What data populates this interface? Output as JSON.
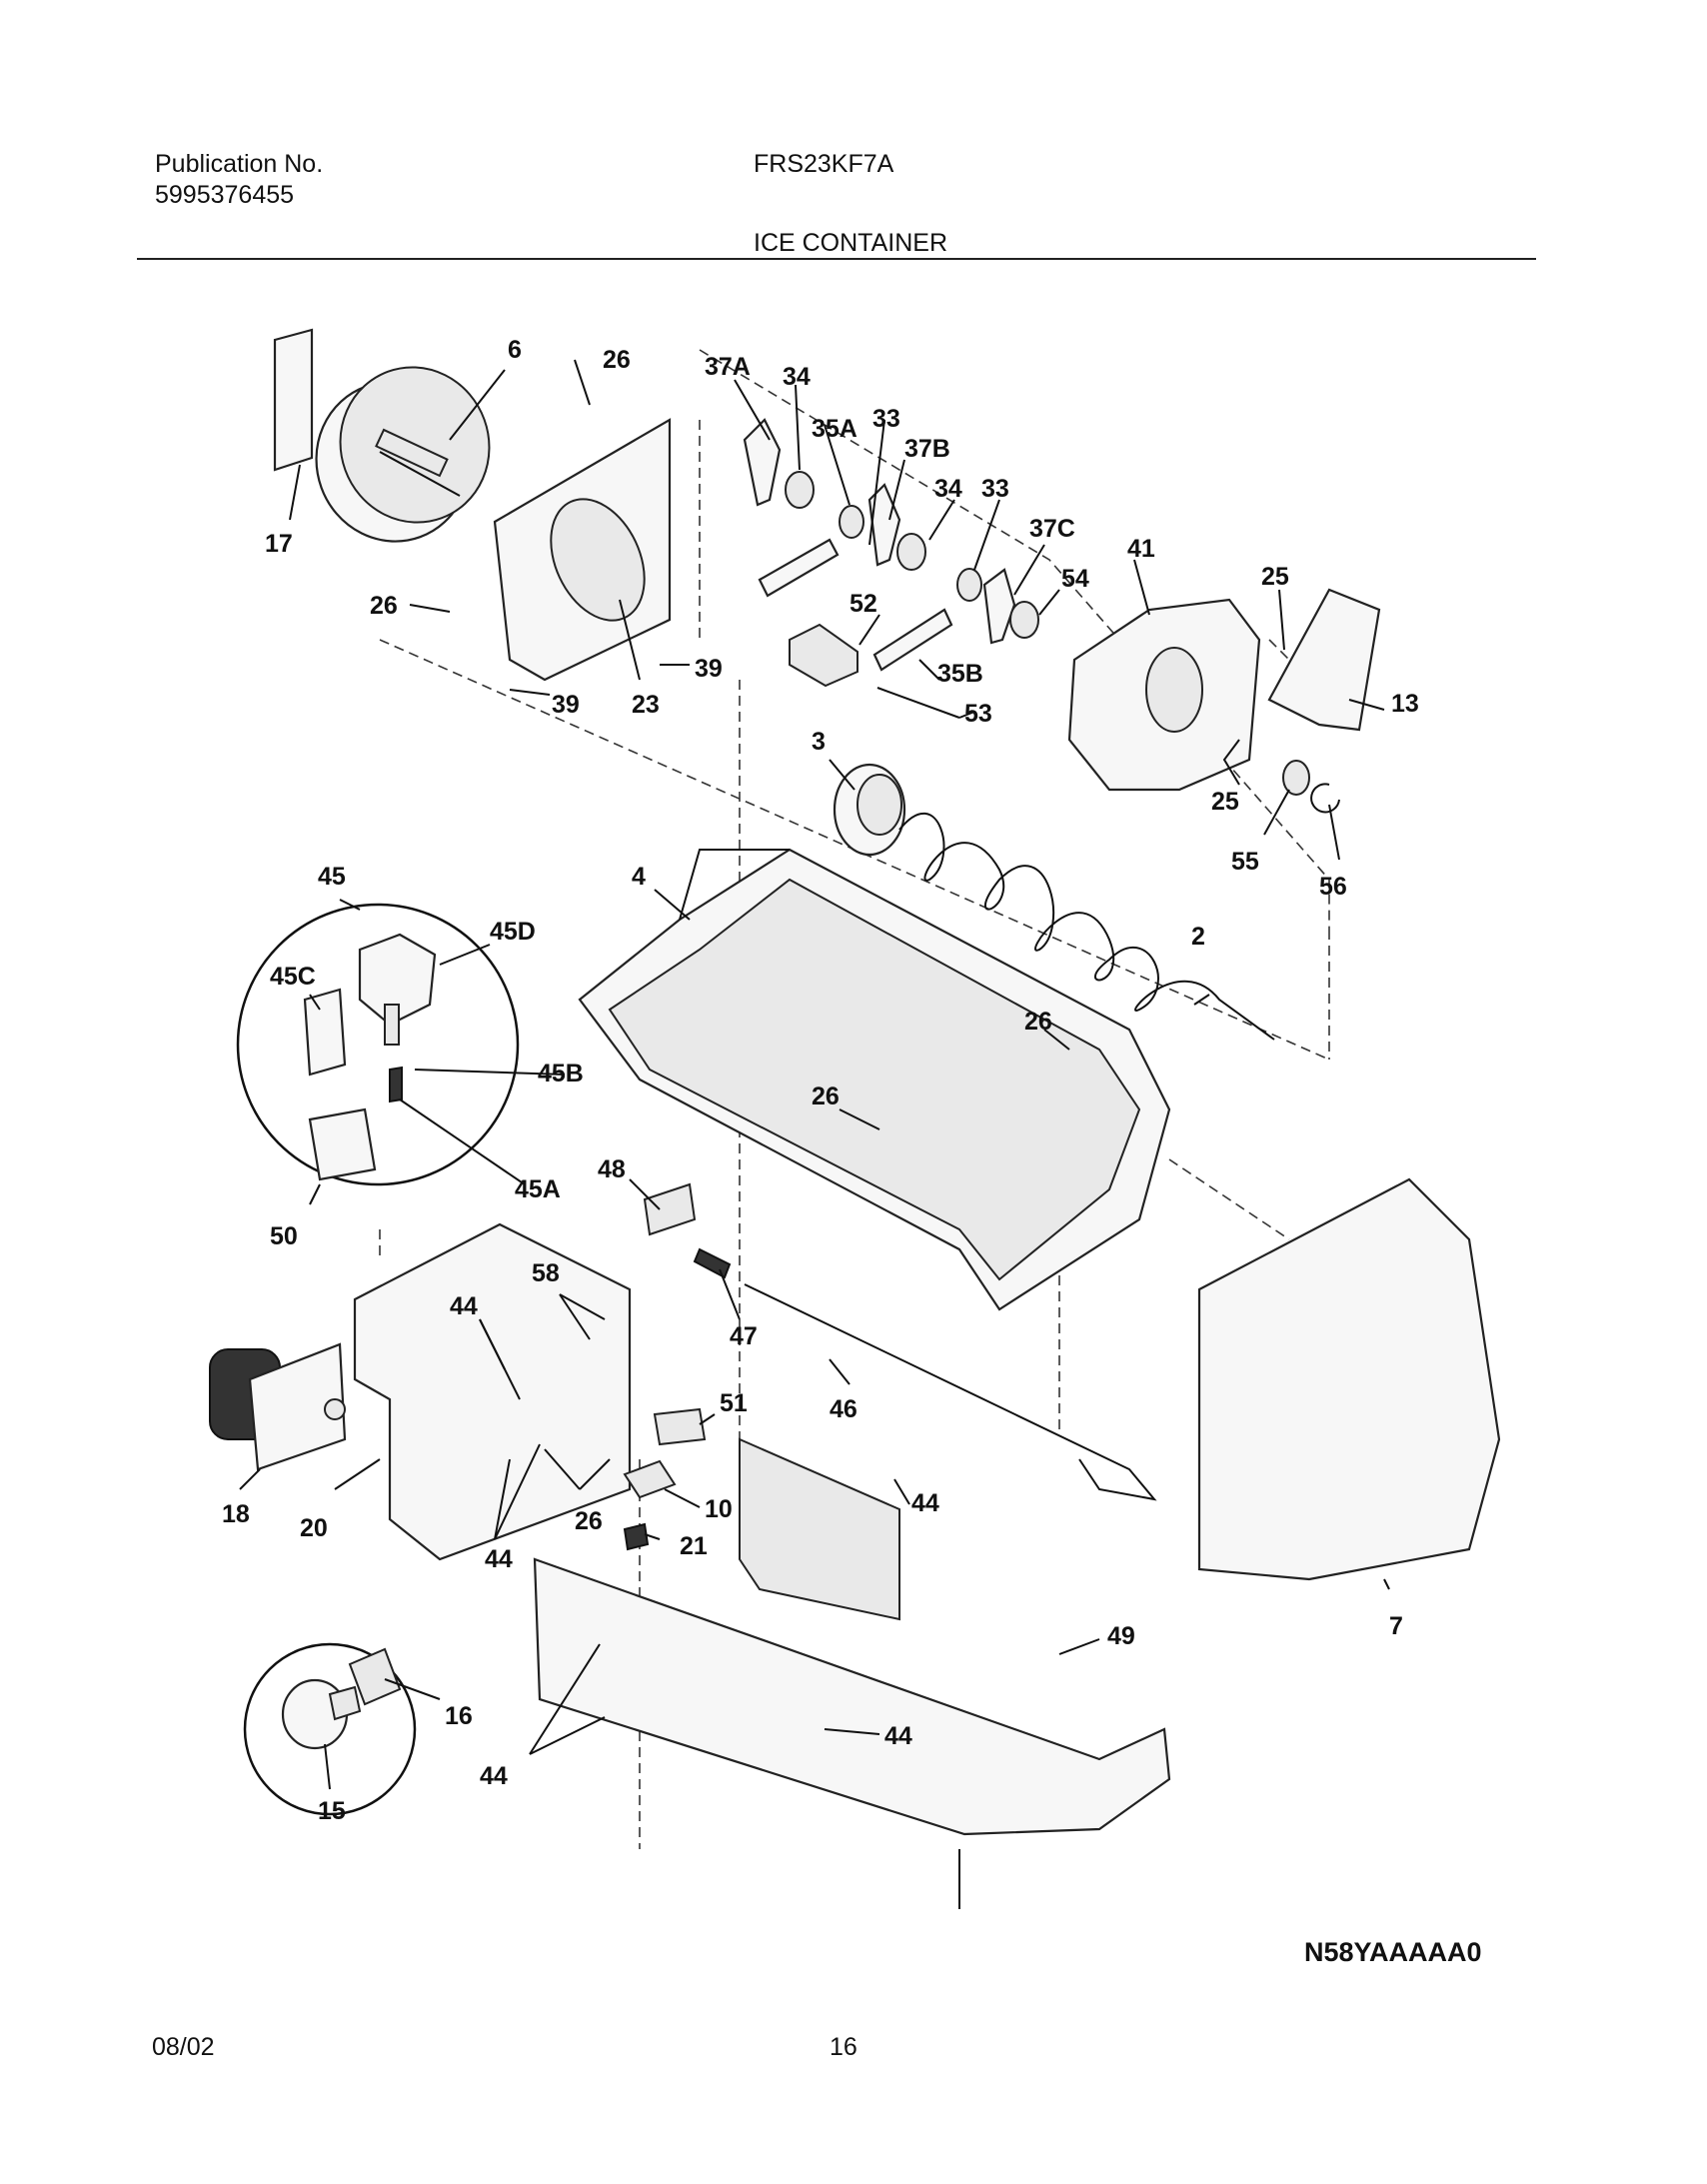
{
  "header": {
    "publication_label": "Publication No.",
    "publication_number": "5995376455",
    "model": "FRS23KF7A",
    "section_title": "ICE CONTAINER"
  },
  "diagram": {
    "code": "N58YAAAAA0",
    "callouts": [
      "6",
      "26",
      "37A",
      "34",
      "35A",
      "33",
      "37B",
      "34",
      "33",
      "37C",
      "41",
      "25",
      "17",
      "26",
      "39",
      "23",
      "39",
      "52",
      "35B",
      "53",
      "54",
      "13",
      "3",
      "25",
      "55",
      "56",
      "45",
      "45D",
      "45C",
      "45B",
      "45A",
      "50",
      "4",
      "2",
      "26",
      "26",
      "48",
      "47",
      "58",
      "44",
      "51",
      "46",
      "18",
      "20",
      "26",
      "10",
      "44",
      "44",
      "21",
      "49",
      "7",
      "16",
      "15",
      "44",
      "44"
    ]
  },
  "footer": {
    "date": "08/02",
    "page": "16"
  }
}
